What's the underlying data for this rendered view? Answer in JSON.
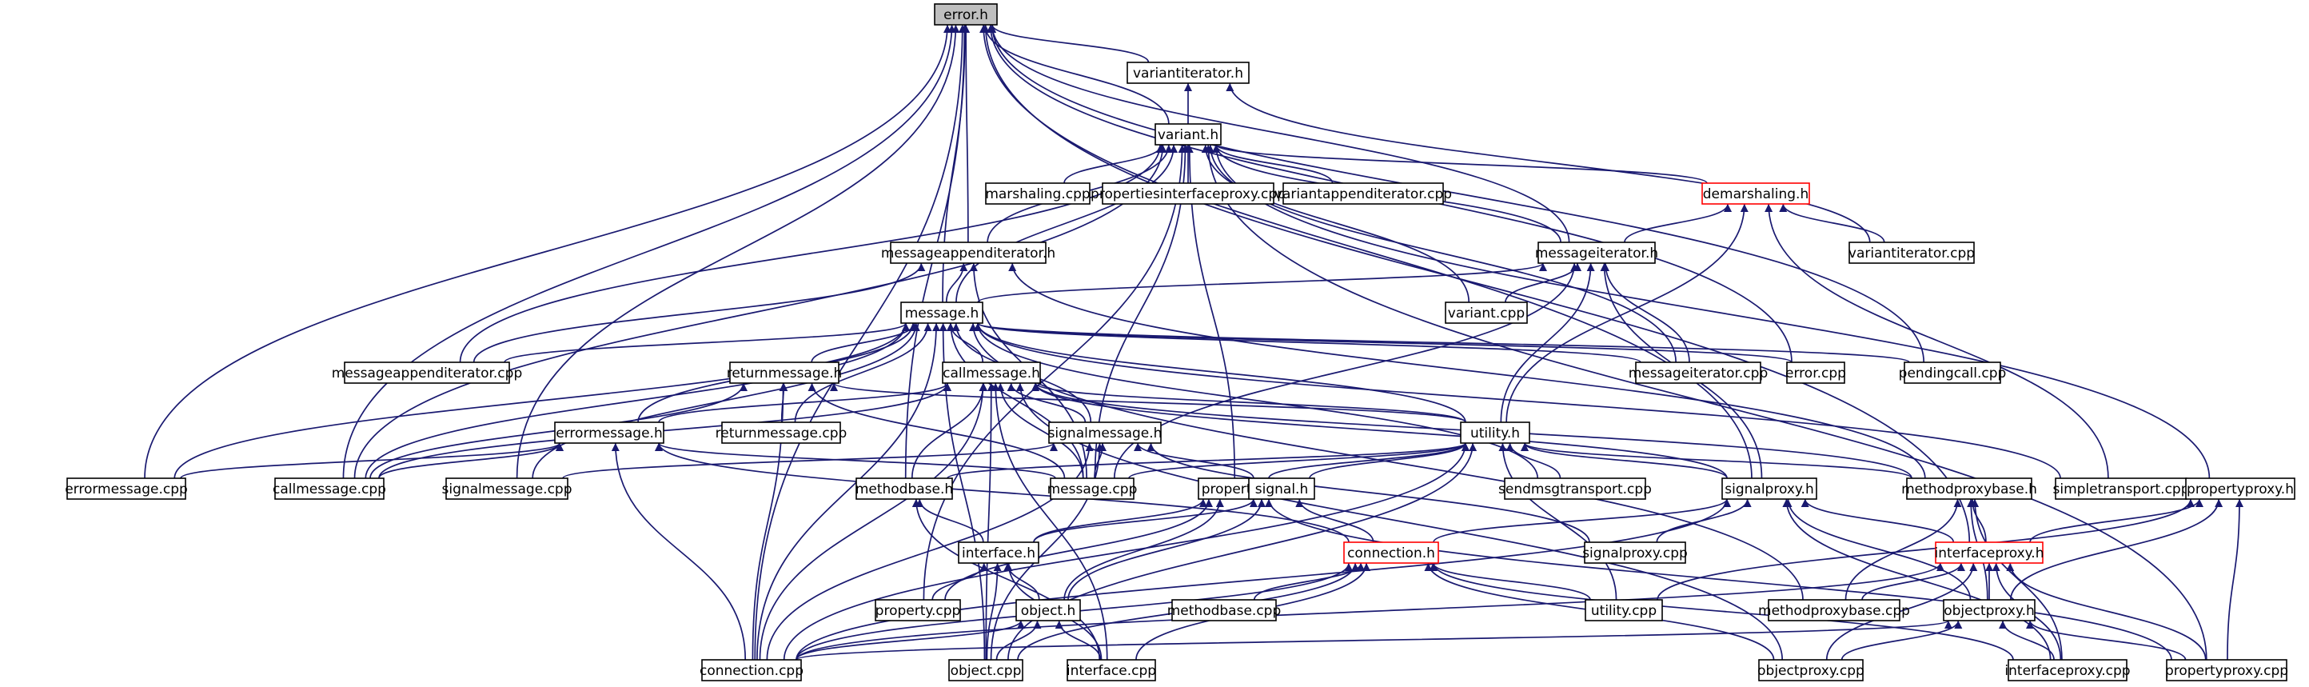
{
  "colors": {
    "edge": "#191970",
    "node_border": "#000000",
    "node_border_incomplete": "#ff0000",
    "root_fill": "#bfbfbf",
    "node_fill": "#ffffff"
  },
  "nodes": {
    "error_h": {
      "label": "error.h",
      "root": true
    },
    "variantiterator_h": {
      "label": "variantiterator.h"
    },
    "variant_h": {
      "label": "variant.h"
    },
    "marshaling_cpp": {
      "label": "marshaling.cpp"
    },
    "propertiesinterfaceproxy_cpp": {
      "label": "propertiesinterfaceproxy.cpp"
    },
    "variantappenditerator_cpp": {
      "label": "variantappenditerator.cpp"
    },
    "demarshaling_h": {
      "label": "demarshaling.h",
      "incomplete": true
    },
    "variantiterator_cpp": {
      "label": "variantiterator.cpp"
    },
    "messageappenditerator_h": {
      "label": "messageappenditerator.h"
    },
    "messageiterator_h": {
      "label": "messageiterator.h"
    },
    "variant_cpp": {
      "label": "variant.cpp"
    },
    "message_h": {
      "label": "message.h"
    },
    "messageappenditerator_cpp": {
      "label": "messageappenditerator.cpp"
    },
    "returnmessage_h": {
      "label": "returnmessage.h"
    },
    "callmessage_h": {
      "label": "callmessage.h"
    },
    "messageiterator_cpp": {
      "label": "messageiterator.cpp"
    },
    "error_cpp": {
      "label": "error.cpp"
    },
    "pendingcall_cpp": {
      "label": "pendingcall.cpp"
    },
    "returnmessage_cpp": {
      "label": "returnmessage.cpp"
    },
    "errormessage_h": {
      "label": "errormessage.h"
    },
    "signalmessage_h": {
      "label": "signalmessage.h"
    },
    "utility_h": {
      "label": "utility.h"
    },
    "errormessage_cpp": {
      "label": "errormessage.cpp"
    },
    "callmessage_cpp": {
      "label": "callmessage.cpp"
    },
    "signalmessage_cpp": {
      "label": "signalmessage.cpp"
    },
    "methodbase_h": {
      "label": "methodbase.h"
    },
    "message_cpp": {
      "label": "message.cpp"
    },
    "property_h": {
      "label": "property.h"
    },
    "signal_h": {
      "label": "signal.h"
    },
    "sendmsgtransport_cpp": {
      "label": "sendmsgtransport.cpp"
    },
    "signalproxy_h": {
      "label": "signalproxy.h"
    },
    "methodproxybase_h": {
      "label": "methodproxybase.h"
    },
    "simpletransport_cpp": {
      "label": "simpletransport.cpp"
    },
    "propertyproxy_h": {
      "label": "propertyproxy.h"
    },
    "interface_h": {
      "label": "interface.h"
    },
    "connection_h": {
      "label": "connection.h",
      "incomplete": true
    },
    "signalproxy_cpp": {
      "label": "signalproxy.cpp"
    },
    "interfaceproxy_h": {
      "label": "interfaceproxy.h",
      "incomplete": true
    },
    "property_cpp": {
      "label": "property.cpp"
    },
    "object_h": {
      "label": "object.h"
    },
    "methodbase_cpp": {
      "label": "methodbase.cpp"
    },
    "utility_cpp": {
      "label": "utility.cpp"
    },
    "methodproxybase_cpp": {
      "label": "methodproxybase.cpp"
    },
    "objectproxy_h": {
      "label": "objectproxy.h"
    },
    "connection_cpp": {
      "label": "connection.cpp"
    },
    "object_cpp": {
      "label": "object.cpp"
    },
    "interface_cpp": {
      "label": "interface.cpp"
    },
    "objectproxy_cpp": {
      "label": "objectproxy.cpp"
    },
    "interfaceproxy_cpp": {
      "label": "interfaceproxy.cpp"
    },
    "propertyproxy_cpp": {
      "label": "propertyproxy.cpp"
    }
  },
  "edges": [
    [
      "variantiterator_h",
      "error_h"
    ],
    [
      "variant_h",
      "error_h"
    ],
    [
      "messageappenditerator_h",
      "error_h"
    ],
    [
      "messageiterator_h",
      "error_h"
    ],
    [
      "message_h",
      "error_h"
    ],
    [
      "errormessage_cpp",
      "error_h"
    ],
    [
      "callmessage_cpp",
      "error_h"
    ],
    [
      "signalmessage_cpp",
      "error_h"
    ],
    [
      "methodbase_h",
      "error_h"
    ],
    [
      "connection_cpp",
      "error_h"
    ],
    [
      "error_cpp",
      "error_h"
    ],
    [
      "pendingcall_cpp",
      "error_h"
    ],
    [
      "signalproxy_h",
      "error_h"
    ],
    [
      "interfaceproxy_h",
      "error_h"
    ],
    [
      "variant_h",
      "variantiterator_h"
    ],
    [
      "variantiterator_cpp",
      "variantiterator_h"
    ],
    [
      "marshaling_cpp",
      "variant_h"
    ],
    [
      "propertiesinterfaceproxy_cpp",
      "variant_h"
    ],
    [
      "variantappenditerator_cpp",
      "variant_h"
    ],
    [
      "demarshaling_h",
      "variant_h"
    ],
    [
      "messageappenditerator_h",
      "variant_h"
    ],
    [
      "messageiterator_h",
      "variant_h"
    ],
    [
      "variant_cpp",
      "variant_h"
    ],
    [
      "message_h",
      "variant_h"
    ],
    [
      "messageappenditerator_cpp",
      "variant_h"
    ],
    [
      "messageiterator_cpp",
      "variant_h"
    ],
    [
      "callmessage_cpp",
      "variant_h"
    ],
    [
      "property_h",
      "variant_h"
    ],
    [
      "message_cpp",
      "variant_h"
    ],
    [
      "property_cpp",
      "variant_h"
    ],
    [
      "propertyproxy_h",
      "variant_h"
    ],
    [
      "propertyproxy_cpp",
      "variant_h"
    ],
    [
      "messageiterator_h",
      "demarshaling_h"
    ],
    [
      "variantiterator_cpp",
      "demarshaling_h"
    ],
    [
      "utility_h",
      "demarshaling_h"
    ],
    [
      "simpletransport_cpp",
      "demarshaling_h"
    ],
    [
      "message_h",
      "messageappenditerator_h"
    ],
    [
      "messageappenditerator_cpp",
      "messageappenditerator_h"
    ],
    [
      "message_cpp",
      "messageappenditerator_h"
    ],
    [
      "methodproxybase_h",
      "messageappenditerator_h"
    ],
    [
      "message_h",
      "messageiterator_h"
    ],
    [
      "variant_cpp",
      "messageiterator_h"
    ],
    [
      "messageiterator_cpp",
      "messageiterator_h"
    ],
    [
      "utility_h",
      "messageiterator_h"
    ],
    [
      "message_cpp",
      "messageiterator_h"
    ],
    [
      "signalproxy_h",
      "messageiterator_h"
    ],
    [
      "messageappenditerator_cpp",
      "message_h"
    ],
    [
      "returnmessage_h",
      "message_h"
    ],
    [
      "callmessage_h",
      "message_h"
    ],
    [
      "messageiterator_cpp",
      "message_h"
    ],
    [
      "error_cpp",
      "message_h"
    ],
    [
      "pendingcall_cpp",
      "message_h"
    ],
    [
      "returnmessage_cpp",
      "message_h"
    ],
    [
      "errormessage_h",
      "message_h"
    ],
    [
      "signalmessage_h",
      "message_h"
    ],
    [
      "utility_h",
      "message_h"
    ],
    [
      "errormessage_cpp",
      "message_h"
    ],
    [
      "callmessage_cpp",
      "message_h"
    ],
    [
      "signalmessage_cpp",
      "message_h"
    ],
    [
      "message_cpp",
      "message_h"
    ],
    [
      "sendmsgtransport_cpp",
      "message_h"
    ],
    [
      "simpletransport_cpp",
      "message_h"
    ],
    [
      "connection_cpp",
      "message_h"
    ],
    [
      "object_cpp",
      "message_h"
    ],
    [
      "methodproxybase_cpp",
      "message_h"
    ],
    [
      "returnmessage_cpp",
      "returnmessage_h"
    ],
    [
      "callmessage_cpp",
      "returnmessage_h"
    ],
    [
      "message_cpp",
      "returnmessage_h"
    ],
    [
      "connection_cpp",
      "returnmessage_h"
    ],
    [
      "utility_h",
      "returnmessage_h"
    ],
    [
      "errormessage_h",
      "callmessage_h"
    ],
    [
      "signalmessage_h",
      "callmessage_h"
    ],
    [
      "utility_h",
      "callmessage_h"
    ],
    [
      "callmessage_cpp",
      "callmessage_h"
    ],
    [
      "methodbase_h",
      "callmessage_h"
    ],
    [
      "message_cpp",
      "callmessage_h"
    ],
    [
      "signalproxy_h",
      "callmessage_h"
    ],
    [
      "methodproxybase_h",
      "callmessage_h"
    ],
    [
      "connection_cpp",
      "callmessage_h"
    ],
    [
      "object_cpp",
      "callmessage_h"
    ],
    [
      "interface_cpp",
      "callmessage_h"
    ],
    [
      "objectproxy_cpp",
      "callmessage_h"
    ],
    [
      "errormessage_cpp",
      "errormessage_h"
    ],
    [
      "callmessage_cpp",
      "errormessage_h"
    ],
    [
      "message_cpp",
      "errormessage_h"
    ],
    [
      "connection_cpp",
      "errormessage_h"
    ],
    [
      "connection_h",
      "errormessage_h"
    ],
    [
      "signalmessage_cpp",
      "signalmessage_h"
    ],
    [
      "message_cpp",
      "signalmessage_h"
    ],
    [
      "signal_h",
      "signalmessage_h"
    ],
    [
      "signalproxy_cpp",
      "signalmessage_h"
    ],
    [
      "connection_cpp",
      "signalmessage_h"
    ],
    [
      "object_cpp",
      "signalmessage_h"
    ],
    [
      "signalproxy_h",
      "utility_h"
    ],
    [
      "methodbase_h",
      "utility_h"
    ],
    [
      "property_h",
      "utility_h"
    ],
    [
      "signal_h",
      "utility_h"
    ],
    [
      "sendmsgtransport_cpp",
      "utility_h"
    ],
    [
      "methodproxybase_h",
      "utility_h"
    ],
    [
      "message_cpp",
      "utility_h"
    ],
    [
      "utility_cpp",
      "utility_h"
    ],
    [
      "connection_cpp",
      "utility_h"
    ],
    [
      "object_cpp",
      "utility_h"
    ],
    [
      "interface_h",
      "methodbase_h"
    ],
    [
      "interface_cpp",
      "methodbase_h"
    ],
    [
      "interface_h",
      "property_h"
    ],
    [
      "property_cpp",
      "property_h"
    ],
    [
      "object_h",
      "property_h"
    ],
    [
      "propertyproxy_cpp",
      "property_h"
    ],
    [
      "interface_h",
      "signal_h"
    ],
    [
      "connection_h",
      "signal_h"
    ],
    [
      "object_h",
      "signal_h"
    ],
    [
      "connection_h",
      "signalproxy_h"
    ],
    [
      "signalproxy_cpp",
      "signalproxy_h"
    ],
    [
      "interfaceproxy_h",
      "signalproxy_h"
    ],
    [
      "objectproxy_h",
      "signalproxy_h"
    ],
    [
      "interfaceproxy_cpp",
      "signalproxy_h"
    ],
    [
      "connection_cpp",
      "signalproxy_h"
    ],
    [
      "interfaceproxy_h",
      "methodproxybase_h"
    ],
    [
      "methodproxybase_cpp",
      "methodproxybase_h"
    ],
    [
      "objectproxy_h",
      "methodproxybase_h"
    ],
    [
      "interfaceproxy_cpp",
      "methodproxybase_h"
    ],
    [
      "interfaceproxy_h",
      "propertyproxy_h"
    ],
    [
      "objectproxy_h",
      "propertyproxy_h"
    ],
    [
      "propertyproxy_cpp",
      "propertyproxy_h"
    ],
    [
      "utility_cpp",
      "propertyproxy_h"
    ],
    [
      "property_cpp",
      "interface_h"
    ],
    [
      "object_h",
      "interface_h"
    ],
    [
      "object_cpp",
      "interface_h"
    ],
    [
      "interface_cpp",
      "interface_h"
    ],
    [
      "methodbase_cpp",
      "connection_h"
    ],
    [
      "utility_cpp",
      "connection_h"
    ],
    [
      "connection_cpp",
      "connection_h"
    ],
    [
      "object_cpp",
      "connection_h"
    ],
    [
      "interface_cpp",
      "connection_h"
    ],
    [
      "objectproxy_cpp",
      "connection_h"
    ],
    [
      "interfaceproxy_cpp",
      "connection_h"
    ],
    [
      "objectproxy_h",
      "interfaceproxy_h"
    ],
    [
      "methodproxybase_cpp",
      "interfaceproxy_h"
    ],
    [
      "interfaceproxy_cpp",
      "interfaceproxy_h"
    ],
    [
      "propertyproxy_cpp",
      "interfaceproxy_h"
    ],
    [
      "connection_cpp",
      "interfaceproxy_h"
    ],
    [
      "objectproxy_cpp",
      "interfaceproxy_h"
    ],
    [
      "connection_cpp",
      "object_h"
    ],
    [
      "object_cpp",
      "object_h"
    ],
    [
      "interface_cpp",
      "object_h"
    ],
    [
      "connection_cpp",
      "objectproxy_h"
    ],
    [
      "objectproxy_cpp",
      "objectproxy_h"
    ],
    [
      "interfaceproxy_cpp",
      "objectproxy_h"
    ],
    [
      "propertyproxy_cpp",
      "objectproxy_h"
    ]
  ]
}
